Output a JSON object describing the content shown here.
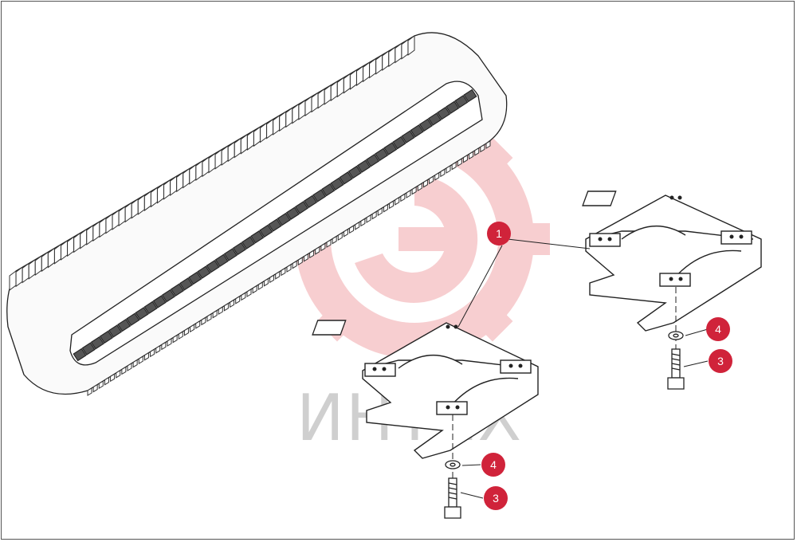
{
  "watermark": {
    "text": "ИНТЕХ",
    "color": "#f4b9bb"
  },
  "callout_color": "#d0233a",
  "callouts": [
    {
      "id": "c1",
      "label": "1"
    },
    {
      "id": "c4a",
      "label": "4"
    },
    {
      "id": "c3a",
      "label": "3"
    },
    {
      "id": "c4b",
      "label": "4"
    },
    {
      "id": "c3b",
      "label": "3"
    }
  ]
}
